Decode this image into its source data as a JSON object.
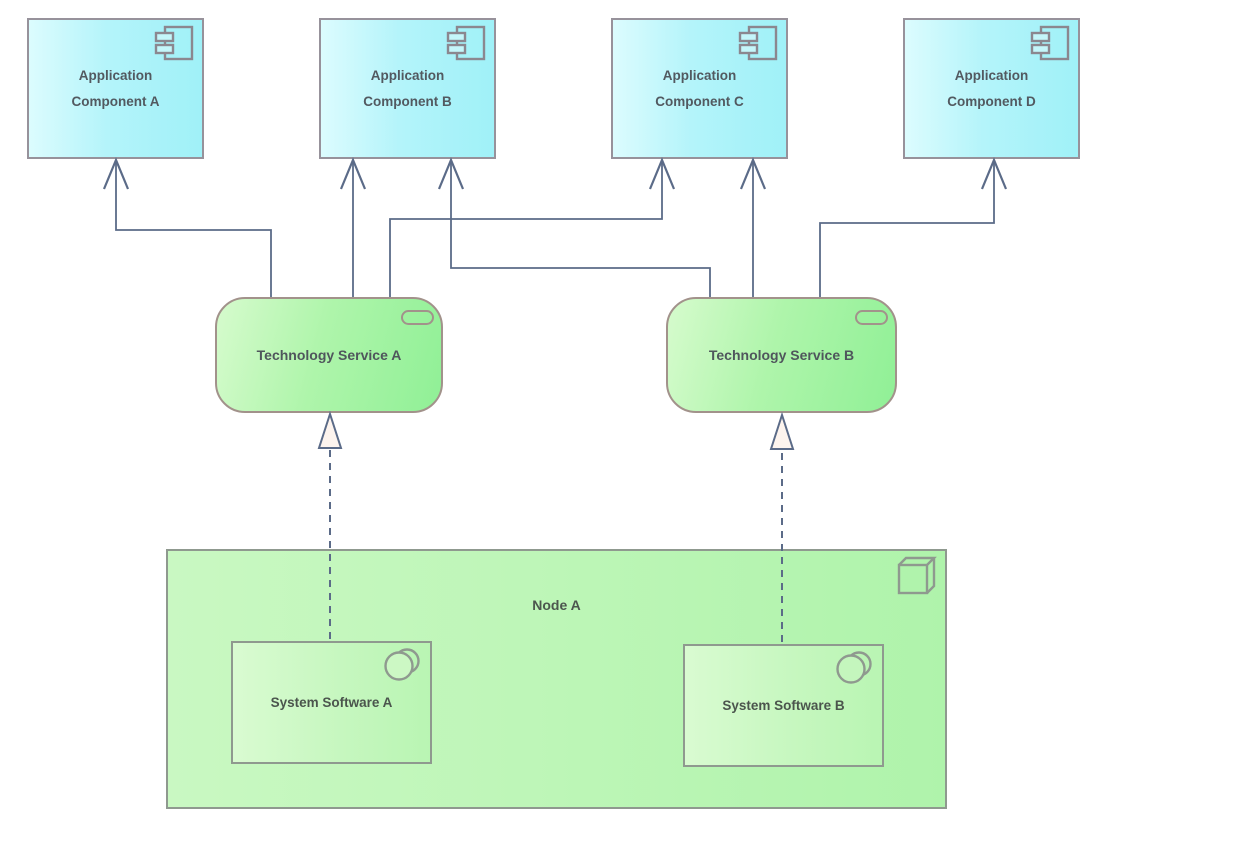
{
  "app_components": [
    {
      "label": "Application Component A"
    },
    {
      "label": "Application Component B"
    },
    {
      "label": "Application Component C"
    },
    {
      "label": "Application Component D"
    }
  ],
  "technology_services": [
    {
      "label": "Technology Service A"
    },
    {
      "label": "Technology Service B"
    }
  ],
  "node": {
    "label": "Node A"
  },
  "system_software": [
    {
      "label": "System Software A"
    },
    {
      "label": "System Software B"
    }
  ],
  "relationships": {
    "serving": [
      {
        "from": "Technology Service A",
        "to": "Application Component A"
      },
      {
        "from": "Technology Service A",
        "to": "Application Component B"
      },
      {
        "from": "Technology Service A",
        "to": "Application Component C"
      },
      {
        "from": "Technology Service B",
        "to": "Application Component B"
      },
      {
        "from": "Technology Service B",
        "to": "Application Component C"
      },
      {
        "from": "Technology Service B",
        "to": "Application Component D"
      }
    ],
    "realization": [
      {
        "from": "System Software A",
        "to": "Technology Service A"
      },
      {
        "from": "System Software B",
        "to": "Technology Service B"
      }
    ]
  },
  "icons": {
    "app_component": "uml-component-icon",
    "technology_service": "rounded-pill-icon",
    "node": "cube-3d-icon",
    "system_software": "overlapping-circles-icon"
  },
  "colors": {
    "app_component_fill": "#a6f2f9",
    "app_component_border": "#97929b",
    "service_fill": "#97f29b",
    "service_border": "#a2928b",
    "node_fill": "#bdf5b8",
    "node_border": "#8f998f",
    "relationship_line": "#5b6b88",
    "realization_arrow_fill": "#fdf4ee",
    "text": "#515960",
    "background": "#ffffff"
  }
}
